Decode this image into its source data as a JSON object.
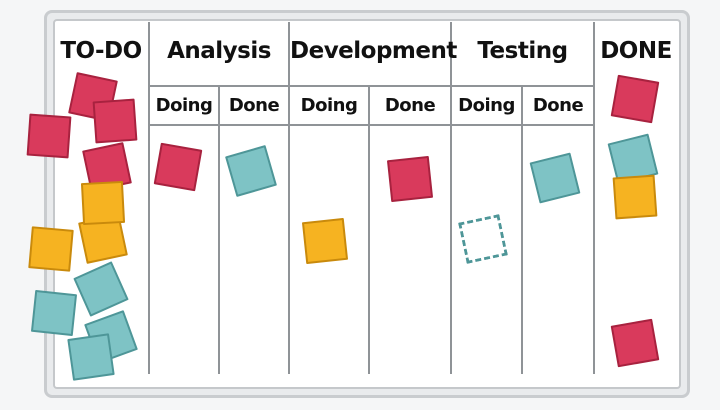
{
  "board": {
    "columns": {
      "todo": "TO-DO",
      "analysis": "Analysis",
      "development": "Development",
      "testing": "Testing",
      "done": "DONE"
    },
    "subcolumns": {
      "analysis_doing": "Doing",
      "analysis_done": "Done",
      "development_doing": "Doing",
      "development_done": "Done",
      "testing_doing": "Doing",
      "testing_done": "Done"
    }
  },
  "colors": {
    "red": "#d93a5c",
    "yellow": "#f6b321",
    "teal": "#7ec3c5"
  }
}
